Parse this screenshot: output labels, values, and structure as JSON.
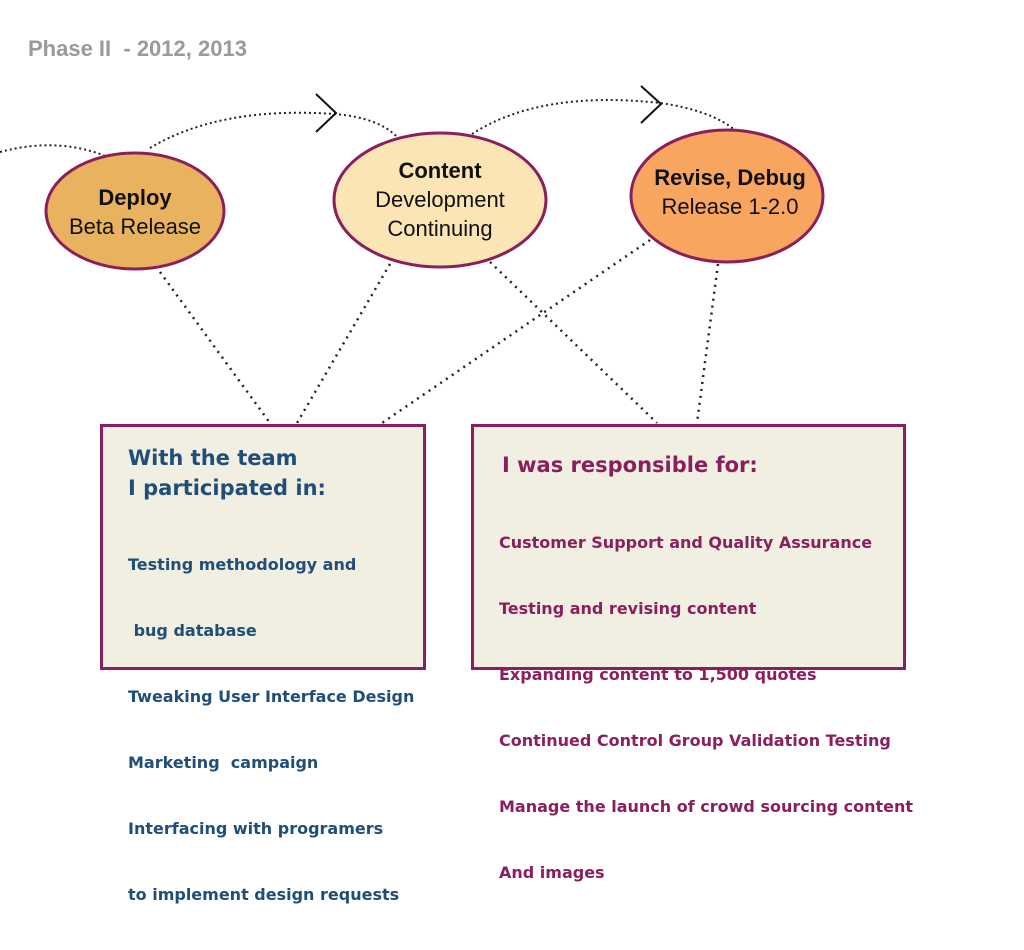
{
  "title": "Phase II  - 2012, 2013",
  "stages": [
    {
      "bold": "Deploy",
      "line2": "Beta Release",
      "line3": ""
    },
    {
      "bold": "Content",
      "line2": "Development",
      "line3": "Continuing"
    },
    {
      "bold": "Revise, Debug",
      "line2": "Release 1-2.0",
      "line3": ""
    }
  ],
  "team_box": {
    "heading_line1": "With the team",
    "heading_line2": "I participated in:",
    "items": [
      "Testing methodology and",
      " bug database",
      "Tweaking User Interface Design",
      "Marketing  campaign",
      "Interfacing with programers",
      "to implement design requests"
    ]
  },
  "responsible_box": {
    "heading": "I was responsible for:",
    "items": [
      "Customer Support and Quality Assurance",
      "Testing and revising content",
      "Expanding content to 1,500 quotes",
      "Continued Control Group Validation Testing",
      "Manage the launch of crowd sourcing content",
      "And images"
    ]
  },
  "colors": {
    "deploy_fill": "#e8b25f",
    "content_fill": "#fbe5b4",
    "revise_fill": "#f8a55f",
    "ellipse_border": "#8b1f5e",
    "box_fill": "#f0efe2",
    "box_border": "#8b1f5e",
    "team_text": "#1f4e79",
    "responsible_text": "#8b1f5e"
  }
}
